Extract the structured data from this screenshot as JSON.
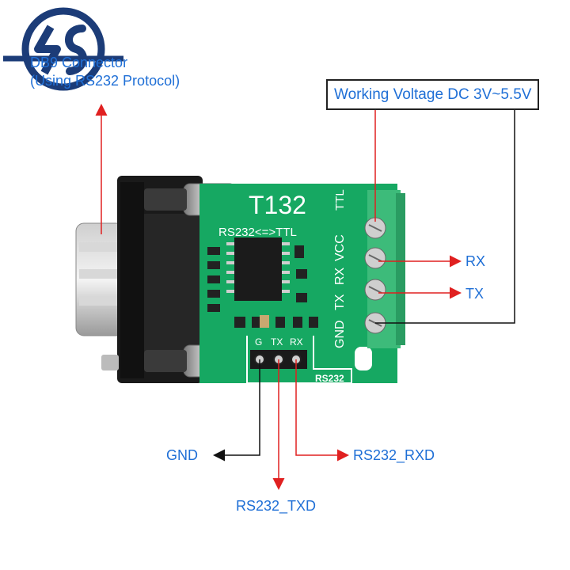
{
  "labels": {
    "db9_line1": "DB9 Connector",
    "db9_line2": "(Using RS232 Protocol)",
    "voltage": "Working Voltage DC 3V~5.5V",
    "rx": "RX",
    "tx": "TX",
    "gnd": "GND",
    "rs232_rxd": "RS232_RXD",
    "rs232_txd": "RS232_TXD"
  },
  "board": {
    "model": "T132",
    "ttl": "TTL",
    "subtitle": "RS232<=>TTL",
    "terminal_pins": [
      "VCC",
      "RX",
      "TX",
      "GND"
    ],
    "header_pins": [
      "G",
      "TX",
      "RX"
    ],
    "header_label": "RS232"
  },
  "colors": {
    "label_blue": "#1f6fd6",
    "arrow_red": "#e02020",
    "arrow_black": "#111111",
    "pcb_green": "#16a862",
    "terminal_green": "#3dbb7a",
    "logo_navy": "#1c3c78"
  },
  "icons": [
    "logo-icon"
  ]
}
